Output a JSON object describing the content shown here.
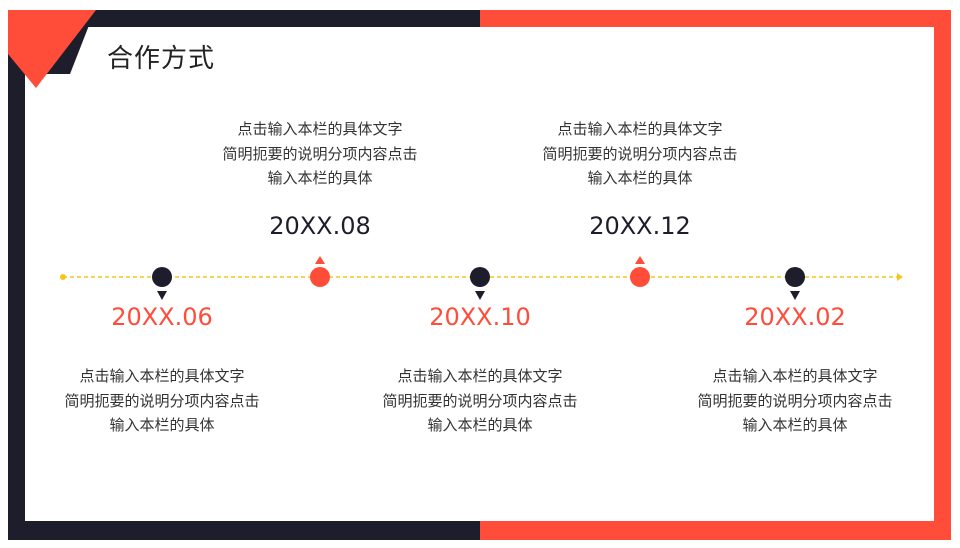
{
  "title": "合作方式",
  "colors": {
    "accent": "#ff4d3a",
    "dark": "#1e1d2b",
    "line": "#f5c518"
  },
  "milestones": [
    {
      "date": "20XX.06",
      "lines": [
        "点击输入本栏的具体文字",
        "简明扼要的说明分项内容点击",
        "输入本栏的具体"
      ]
    },
    {
      "date": "20XX.08",
      "lines": [
        "点击输入本栏的具体文字",
        "简明扼要的说明分项内容点击",
        "输入本栏的具体"
      ]
    },
    {
      "date": "20XX.10",
      "lines": [
        "点击输入本栏的具体文字",
        "简明扼要的说明分项内容点击",
        "输入本栏的具体"
      ]
    },
    {
      "date": "20XX.12",
      "lines": [
        "点击输入本栏的具体文字",
        "简明扼要的说明分项内容点击",
        "输入本栏的具体"
      ]
    },
    {
      "date": "20XX.02",
      "lines": [
        "点击输入本栏的具体文字",
        "简明扼要的说明分项内容点击",
        "输入本栏的具体"
      ]
    }
  ]
}
